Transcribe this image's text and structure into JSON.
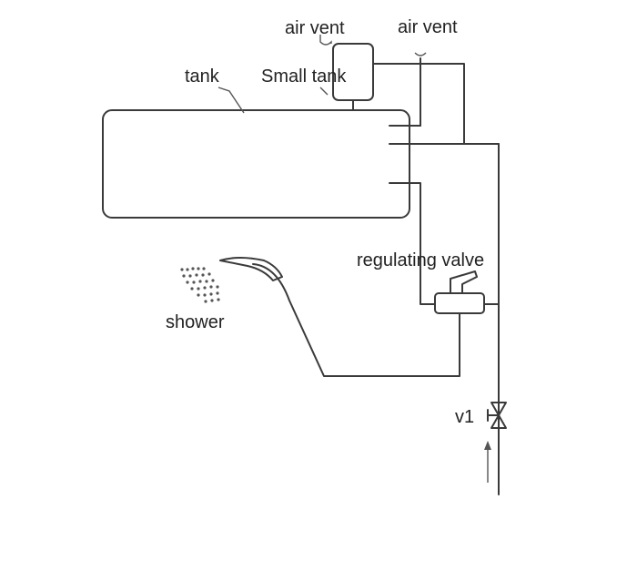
{
  "labels": {
    "air_vent_left": "air vent",
    "air_vent_right": "air vent",
    "tank": "tank",
    "small_tank": "Small tank",
    "regulating_valve": "regulating valve",
    "shower": "shower",
    "v1": "v1"
  }
}
